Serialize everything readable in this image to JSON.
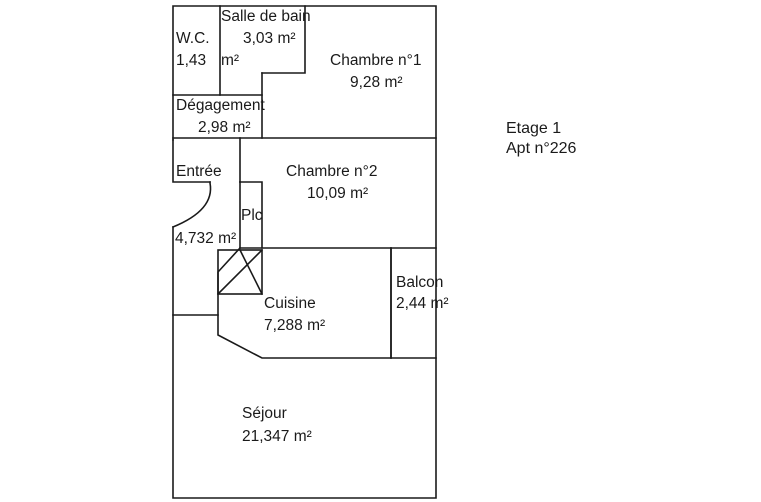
{
  "plan": {
    "floor": "Etage 1",
    "apartment": "Apt n°226",
    "rooms": {
      "salle_de_bain": {
        "name": "Salle de bain",
        "area": "3,03  m²"
      },
      "wc": {
        "name": "W.C.",
        "area_value": "1,43",
        "area_unit": "m²"
      },
      "chambre_1": {
        "name": "Chambre n°1",
        "area": "9,28  m²"
      },
      "degagement": {
        "name": "Dégagement",
        "area": "2,98  m²"
      },
      "entree": {
        "name": "Entrée",
        "area": "4,732  m²"
      },
      "chambre_2": {
        "name": "Chambre n°2",
        "area": "10,09  m²"
      },
      "placard": {
        "name": "Plc"
      },
      "balcon": {
        "name": "Balcon",
        "area": "2,44  m²"
      },
      "cuisine": {
        "name": "Cuisine",
        "area": "7,288  m²"
      },
      "sejour": {
        "name": "Séjour",
        "area": "21,347  m²"
      }
    }
  }
}
